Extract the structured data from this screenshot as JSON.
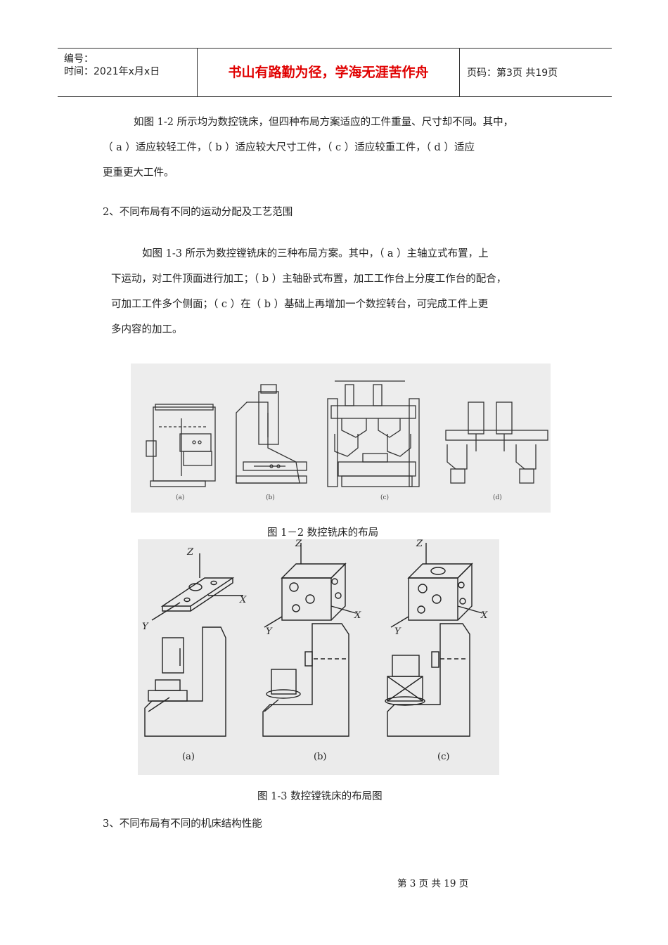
{
  "header": {
    "number_label": "编号：",
    "time_label": "时间：2021年x月x日",
    "motto": "书山有路勤为径，学海无涯苦作舟",
    "page_info": "页码：第3页  共19页"
  },
  "paragraph1": {
    "line1": "如图 1-2 所示均为数控铣床，但四种布局方案适应的工件重量、尺寸却不同。其中，",
    "line2": "（ a ）适应较轻工件，（ b ）适应较大尺寸工件，（ c ）适应较重工件，（ d ）适应",
    "line3": "更重更大工件。"
  },
  "heading2": "2、不同布局有不同的运动分配及工艺范围",
  "paragraph2": {
    "line1": "如图 1-3 所示为数控镗铣床的三种布局方案。其中，（ a ）主轴立式布置，上",
    "line2": "下运动，对工件顶面进行加工；（ b ）主轴卧式布置，加工工作台上分度工作台的配合，",
    "line3": "可加工工件多个侧面；（ c ）在（ b ）基础上再增加一个数控转台，可完成工件上更",
    "line4": "多内容的加工。"
  },
  "figure1": {
    "caption": "图 1－2  数控铣床的布局",
    "labels": [
      "(a)",
      "(b)",
      "(c)",
      "(d)"
    ]
  },
  "figure2": {
    "caption": "图 1-3  数控镗铣床的布局图",
    "labels": [
      "(a)",
      "(b)",
      "(c)"
    ],
    "axes": [
      "Z",
      "X",
      "Y"
    ]
  },
  "heading3": "3、不同布局有不同的机床结构性能",
  "footer": "第 3 页 共 19 页"
}
